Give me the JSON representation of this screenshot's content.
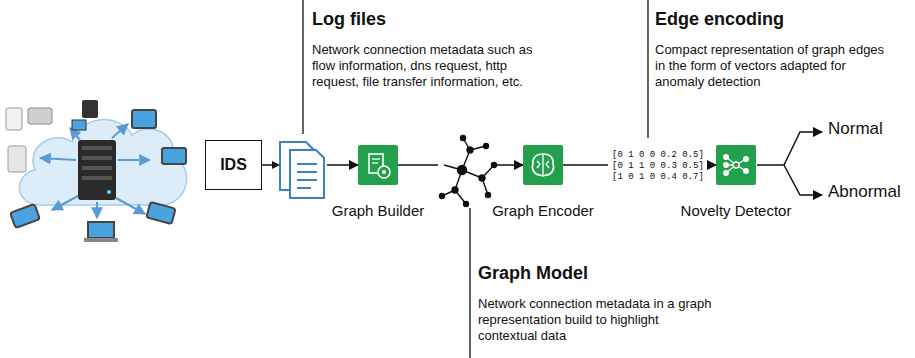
{
  "diagram": {
    "nodes": [
      {
        "text": [
          "IDS"
        ]
      },
      {
        "text": [
          "Graph Builder"
        ]
      },
      {
        "text": [
          "Graph Encoder"
        ]
      },
      {
        "text": [
          "Novelty Detector"
        ]
      }
    ],
    "edges": [
      {
        "from": 0,
        "to": 1,
        "arrow": "to"
      },
      {
        "from": 1,
        "to": 2,
        "arrow": "to"
      },
      {
        "from": 2,
        "to": 3,
        "arrow": "to"
      }
    ],
    "labels": [
      "Log files",
      "Network connection metadata such as flow information, dns request, http request, file transfer information, etc.",
      "Edge encoding",
      "Compact representation of graph edges in the form of vectors adapted for anomaly detection",
      "[0 1 0 0 0.2 0.5]",
      "[0 1 1 0 0.3 0.5]",
      "[1 0 1 0 0.4 0.7]",
      "Graph Model",
      "Network connection metadata in a graph representation build to highlight contextual data",
      "Normal",
      "Abnormal"
    ]
  }
}
